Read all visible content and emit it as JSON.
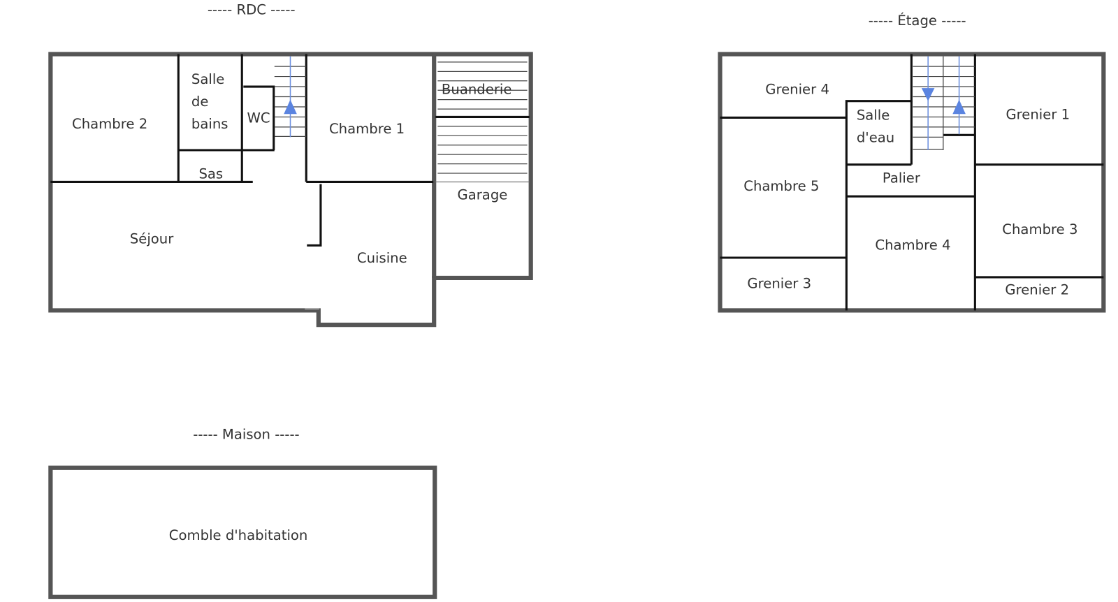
{
  "titles": {
    "rdc": "-----  RDC  -----",
    "etage": "-----  Étage  -----",
    "maison": "-----  Maison  -----"
  },
  "rdc_rooms": {
    "chambre2": "Chambre 2",
    "salle_de_bains": [
      "Salle",
      "de",
      "bains"
    ],
    "wc": "WC",
    "chambre1": "Chambre 1",
    "buanderie": "Buanderie",
    "sas": "Sas",
    "garage": "Garage",
    "sejour": "Séjour",
    "cuisine": "Cuisine"
  },
  "etage_rooms": {
    "grenier4": "Grenier 4",
    "salle_deau": [
      "Salle",
      "d'eau"
    ],
    "grenier1": "Grenier 1",
    "palier": "Palier",
    "chambre5": "Chambre 5",
    "chambre4": "Chambre 4",
    "chambre3": "Chambre 3",
    "grenier3": "Grenier 3",
    "grenier2": "Grenier 2"
  },
  "maison_rooms": {
    "comble": "Comble d'habitation"
  },
  "colors": {
    "wall": "#111111",
    "outer_wall": "#555555",
    "stair_arrow": "#5b84e0"
  }
}
